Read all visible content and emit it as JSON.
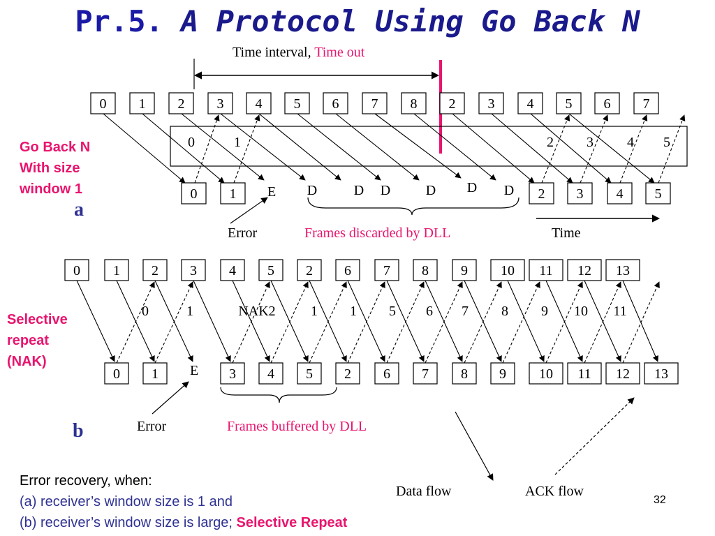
{
  "title": {
    "main": "Pr.5",
    "dot": ".",
    "sub": "A Protocol Using Go Back N"
  },
  "top": {
    "interval_label": "Time interval, ",
    "interval_timeout": "Time out",
    "side_label": [
      "Go Back N",
      "With size",
      "window 1"
    ],
    "letter": "a",
    "sender_frames": [
      "0",
      "1",
      "2",
      "3",
      "4",
      "5",
      "6",
      "7",
      "8",
      "2",
      "3",
      "4",
      "5",
      "6",
      "7"
    ],
    "receiver_frames": [
      "0",
      "1",
      "2",
      "3",
      "4",
      "5"
    ],
    "acks": [
      "0",
      "1",
      "2",
      "3",
      "4",
      "5"
    ],
    "error_mark": "E",
    "discard_marks": [
      "D",
      "D",
      "D",
      "D",
      "D",
      "D"
    ],
    "error_label": "Error",
    "discarded_label": "Frames discarded by DLL",
    "time_label": "Time"
  },
  "bottom": {
    "side_label": [
      "Selective",
      "repeat",
      "(NAK)"
    ],
    "letter": "b",
    "sender_frames": [
      "0",
      "1",
      "2",
      "3",
      "4",
      "5",
      "2",
      "6",
      "7",
      "8",
      "9",
      "10",
      "11",
      "12",
      "13"
    ],
    "receiver_frames": [
      "0",
      "1",
      "3",
      "4",
      "5",
      "2",
      "6",
      "7",
      "8",
      "9",
      "10",
      "11",
      "12",
      "13"
    ],
    "acks": [
      "0",
      "1",
      "NAK2",
      "1",
      "1",
      "5",
      "6",
      "7",
      "8",
      "9",
      "10",
      "11"
    ],
    "error_mark": "E",
    "error_label": "Error",
    "buffered_label": "Frames buffered by DLL"
  },
  "legend": {
    "data_flow": "Data flow",
    "ack_flow": "ACK flow"
  },
  "footer": {
    "line1": "Error recovery, when:",
    "line2": "(a) receiver’s window size is 1 and",
    "line3_prefix": "(b) receiver’s window size is large; ",
    "line3_emph": "Selective Repeat"
  },
  "page_number": "32",
  "colors": {
    "title": "#1a1aa6",
    "accent": "#e8146e",
    "blue_text": "#2e3192"
  }
}
